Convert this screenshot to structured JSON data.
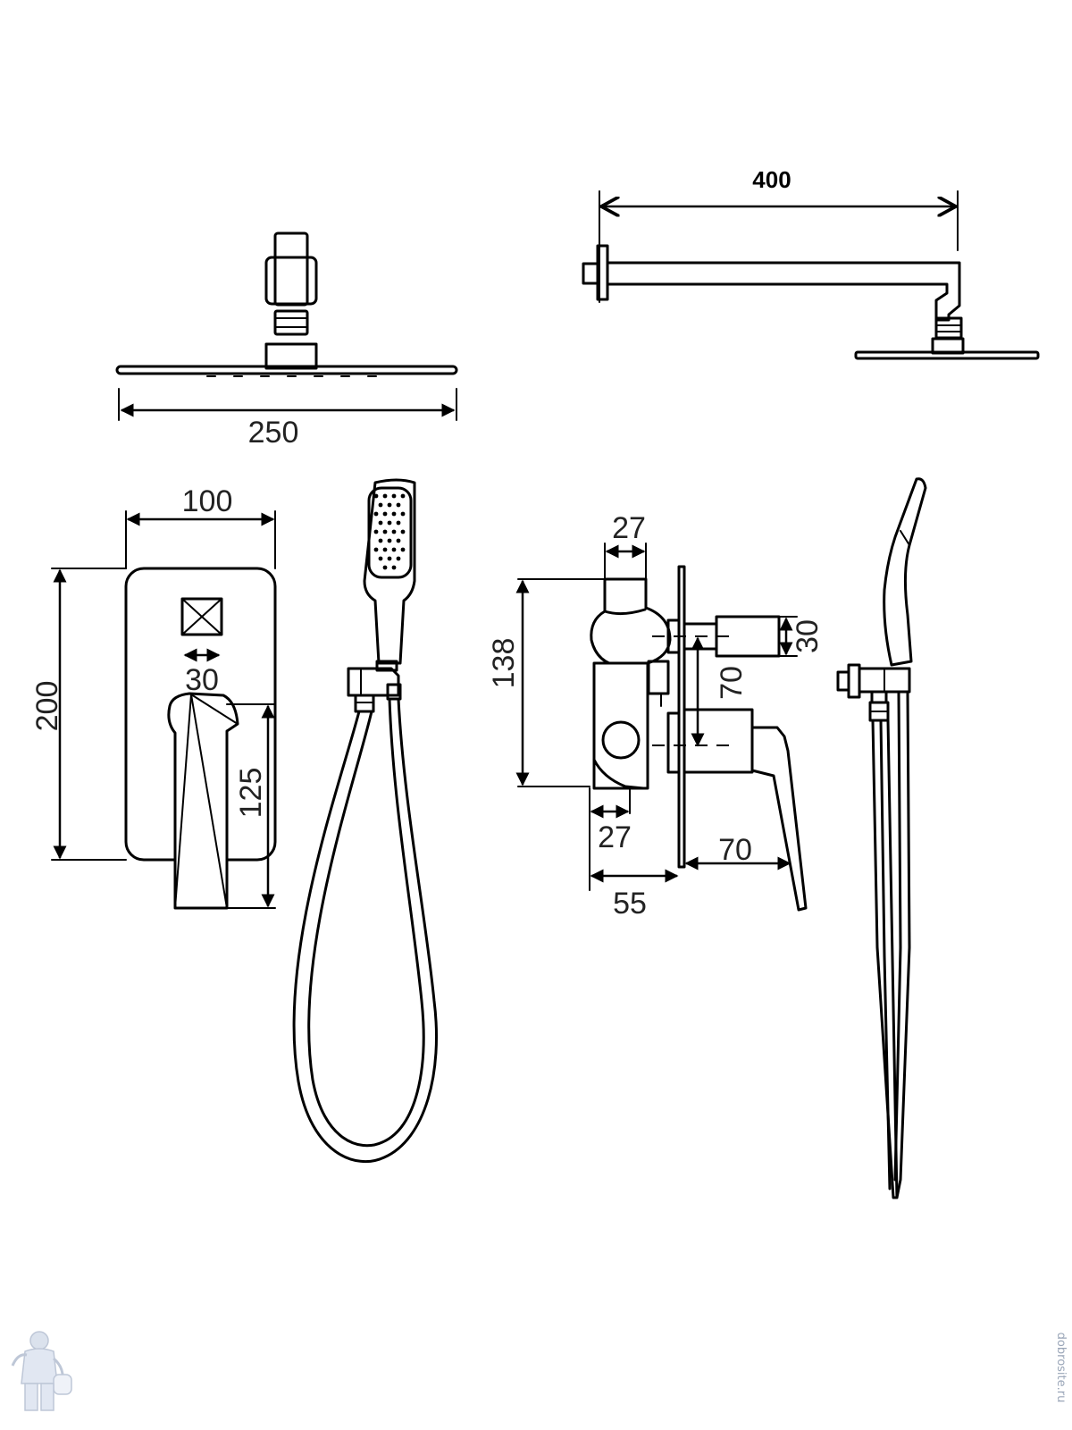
{
  "dimensions": {
    "shower_head_width": "250",
    "shower_arm_length": "400",
    "plate_width": "100",
    "plate_height": "200",
    "knob_width": "30",
    "lever_height": "125",
    "mixer_top_width": "27",
    "mixer_height": "138",
    "outlet_height": "30",
    "outlet_spacing": "70",
    "mixer_bottom_width": "27",
    "mixer_depth": "55",
    "lever_projection": "70"
  },
  "watermark": {
    "site_text": "dobrosite.ru",
    "logo_icon": "plumber-mascot-icon"
  }
}
